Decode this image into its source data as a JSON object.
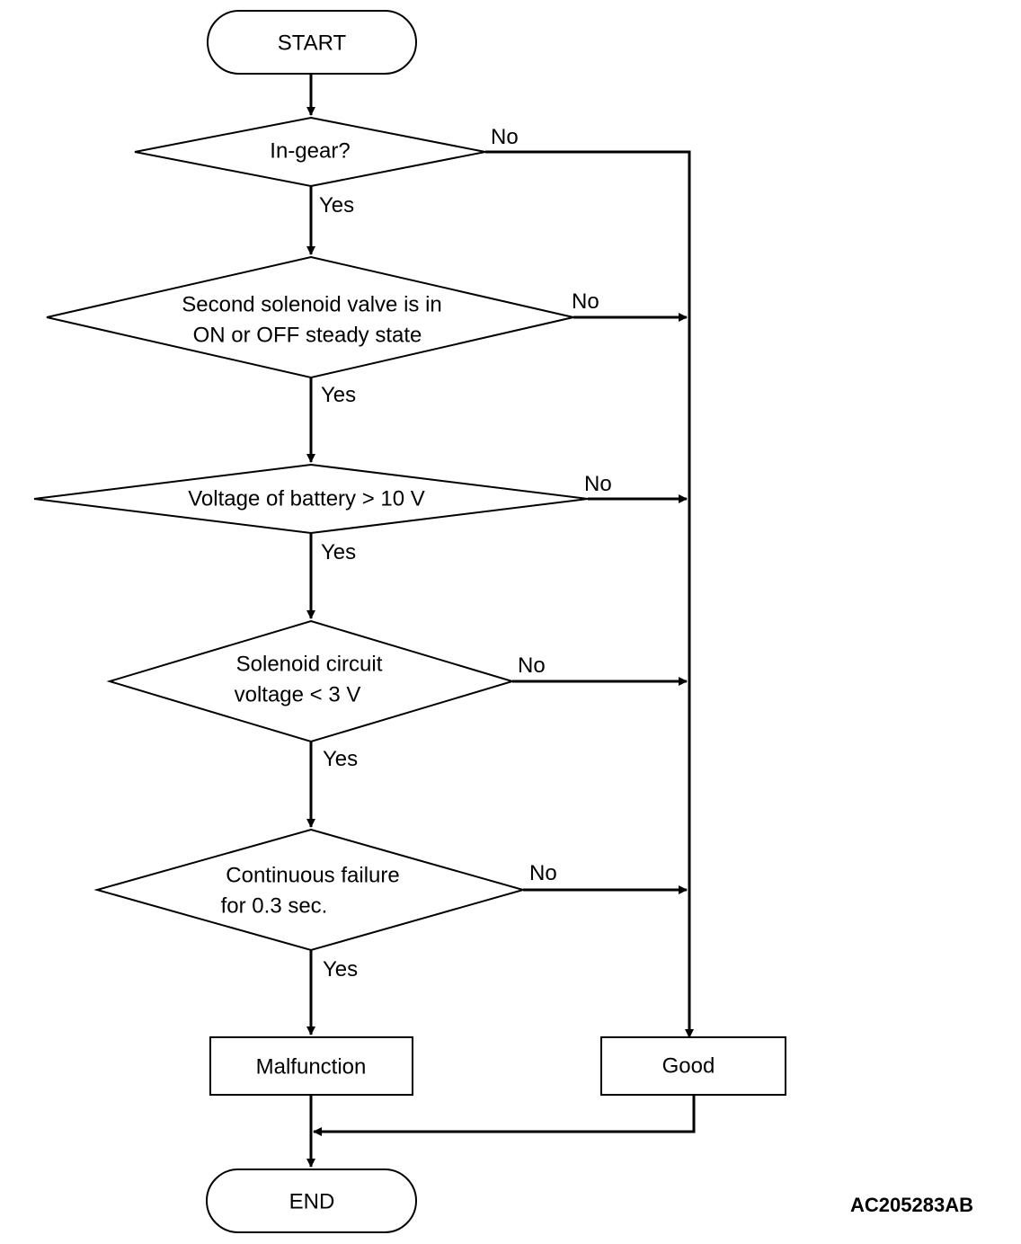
{
  "figure_id": "AC205283AB",
  "nodes": {
    "start": "START",
    "d1": "In-gear?",
    "d2_line1": "Second solenoid valve is in",
    "d2_line2": "ON or OFF steady state",
    "d3": "Voltage of battery > 10 V",
    "d4_line1": "Solenoid circuit",
    "d4_line2": "voltage < 3 V",
    "d5_line1": "Continuous failure",
    "d5_line2": "for 0.3 sec.",
    "malfunction": "Malfunction",
    "good": "Good",
    "end": "END"
  },
  "edges": {
    "yes": "Yes",
    "no": "No"
  }
}
